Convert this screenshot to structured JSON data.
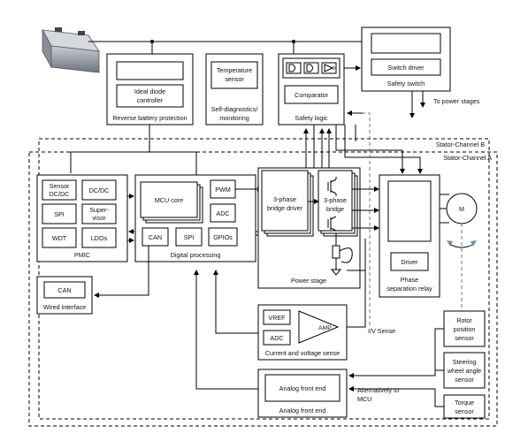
{
  "labels": {
    "ideal_diode": "Ideal diode",
    "ideal_diode2": "controller",
    "reverse_battery": "Reverse battery protection",
    "temp_sensor": "Temperature",
    "temp_sensor2": "sensor",
    "self_diag": "Self-diagnostics/",
    "self_diag2": "monitoring",
    "comparator": "Comparator",
    "safety_logic": "Safety logic",
    "switch_driver": "Switch driver",
    "safety_switch": "Safety switch",
    "to_power_stages": "To power stages",
    "stator_b": "Stator-Channel B",
    "stator_a": "Stator-Channel A",
    "sensor_dcdc": "Sensor",
    "sensor_dcdc2": "DC/DC",
    "dcdc": "DC/DC",
    "spi": "SPI",
    "supervisor": "Super-",
    "supervisor2": "visor",
    "wdt": "WDT",
    "ldos": "LDOs",
    "pmic": "PMIC",
    "mcu_core": "MCU core",
    "pwm": "PWM",
    "adc": "ADC",
    "can": "CAN",
    "spi2": "SPI",
    "gpios": "GPIOs",
    "digital_processing": "Digital processing",
    "bridge_driver": "3-phase",
    "bridge_driver2": "bridge driver",
    "bridge": "3-phase",
    "bridge2": "bridge",
    "power_stage": "Power stage",
    "driver": "Driver",
    "phase_relay": "Phase",
    "phase_relay2": "separation relay",
    "motor": "M",
    "can_wired": "CAN",
    "wired_interface": "Wired interface",
    "vref": "VREF",
    "adc2": "ADC",
    "amp": "AMP",
    "current_voltage": "Current and voltage sense",
    "iv_sense": "I/V Sense",
    "rotor_pos": "Rotor",
    "rotor_pos2": "position",
    "rotor_pos3": "sensor",
    "steering": "Steering",
    "steering2": "wheel angle",
    "steering3": "sensor",
    "torque": "Torque",
    "torque2": "sensor",
    "afe": "Analog front end",
    "afe_title": "Analog front end",
    "alt_mcu": "Alternatively to",
    "alt_mcu2": "MCU"
  }
}
